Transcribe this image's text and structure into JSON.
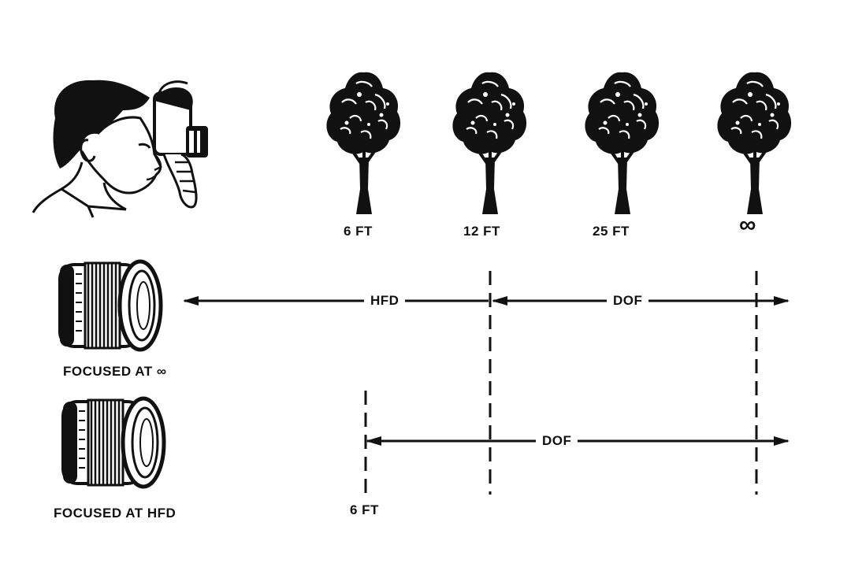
{
  "distances": {
    "d1": "6 FT",
    "d2": "12 FT",
    "d3": "25 FT",
    "d4": "∞"
  },
  "lens_top": {
    "caption": "FOCUSED AT ∞",
    "hfd_label": "HFD",
    "dof_label": "DOF"
  },
  "lens_bottom": {
    "caption": "FOCUSED AT HFD",
    "dof_label": "DOF",
    "near_label": "6 FT"
  },
  "colors": {
    "ink": "#111111",
    "paper": "#ffffff"
  },
  "icons": [
    "photographer-icon",
    "tree-icon",
    "lens-icon"
  ]
}
